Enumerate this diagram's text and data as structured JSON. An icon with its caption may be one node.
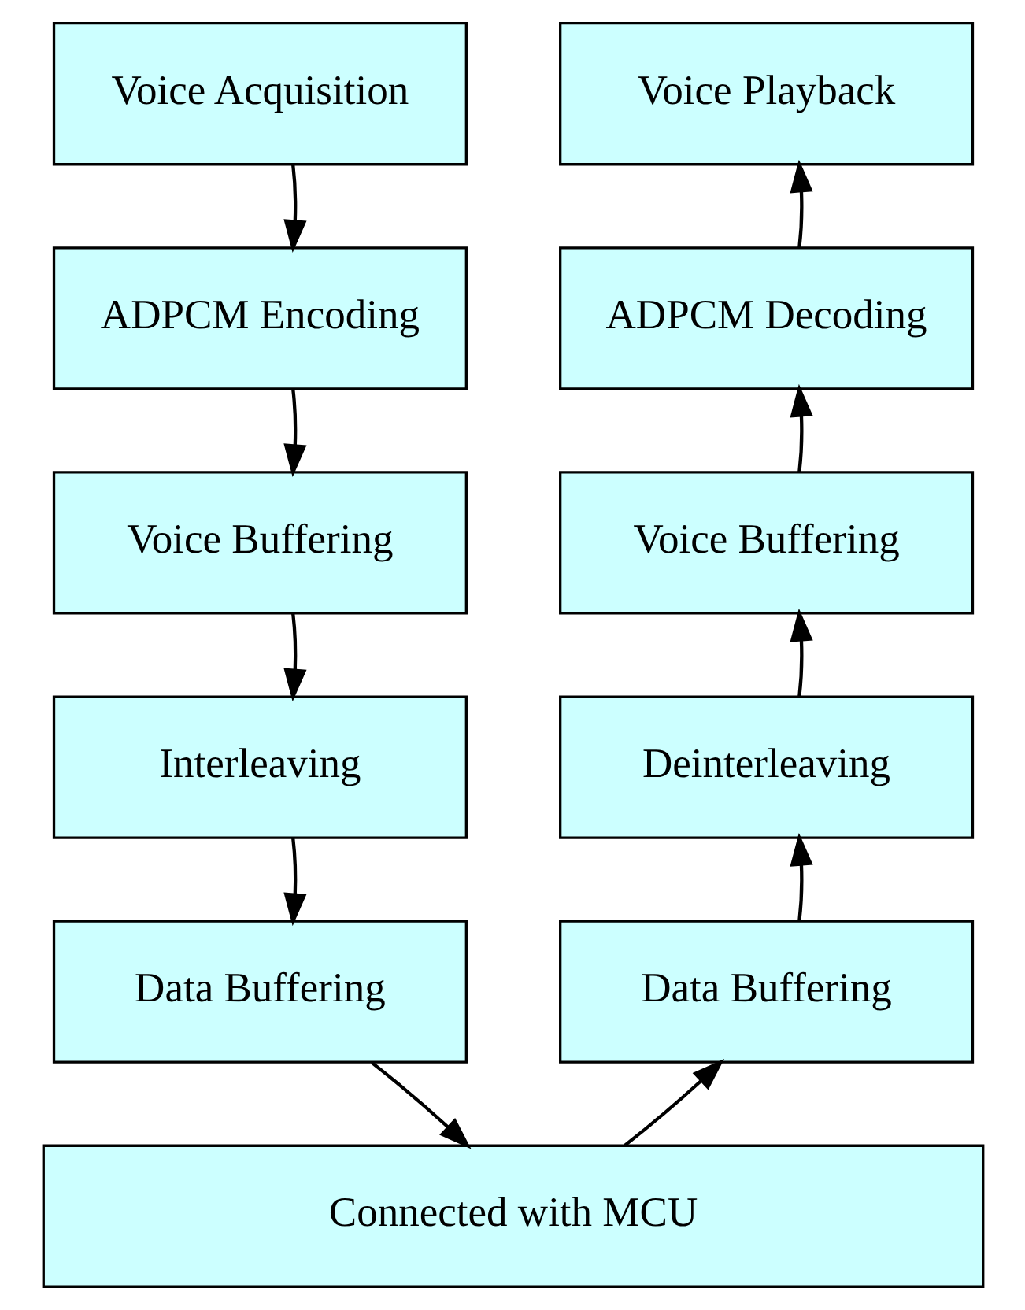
{
  "diagram": {
    "nodes": [
      {
        "text": [
          "Voice Acquisition"
        ]
      },
      {
        "text": [
          "Voice Playback"
        ]
      },
      {
        "text": [
          "ADPCM Encoding"
        ]
      },
      {
        "text": [
          "ADPCM Decoding"
        ]
      },
      {
        "text": [
          "Voice Buffering"
        ]
      },
      {
        "text": [
          "Voice Buffering"
        ]
      },
      {
        "text": [
          "Interleaving"
        ]
      },
      {
        "text": [
          "Deinterleaving"
        ]
      },
      {
        "text": [
          "Data Buffering"
        ]
      },
      {
        "text": [
          "Data Buffering"
        ]
      },
      {
        "text": [
          "Connected with MCU"
        ]
      }
    ],
    "edges": [
      {
        "from": 0,
        "to": 2,
        "arrow": "to"
      },
      {
        "from": 2,
        "to": 4,
        "arrow": "to"
      },
      {
        "from": 4,
        "to": 6,
        "arrow": "to"
      },
      {
        "from": 6,
        "to": 8,
        "arrow": "to"
      },
      {
        "from": 8,
        "to": 10,
        "arrow": "to"
      },
      {
        "from": 10,
        "to": 9,
        "arrow": "to"
      },
      {
        "from": 9,
        "to": 7,
        "arrow": "to"
      },
      {
        "from": 7,
        "to": 5,
        "arrow": "to"
      },
      {
        "from": 5,
        "to": 3,
        "arrow": "to"
      },
      {
        "from": 3,
        "to": 1,
        "arrow": "to"
      }
    ]
  }
}
